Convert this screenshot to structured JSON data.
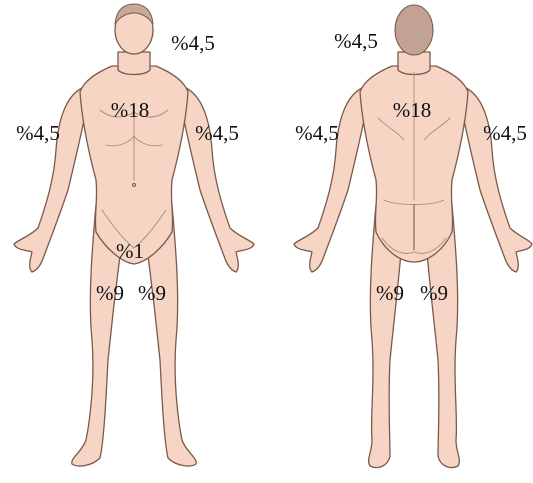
{
  "front": {
    "head": "%4,5",
    "chest": "%18",
    "left_arm": "%4,5",
    "right_arm": "%4,5",
    "genitals": "%1",
    "left_leg": "%9",
    "right_leg": "%9"
  },
  "back": {
    "head": "%4,5",
    "trunk": "%18",
    "left_arm": "%4,5",
    "right_arm": "%4,5",
    "left_leg": "%9",
    "right_leg": "%9"
  },
  "colors": {
    "skin": "#f6d5c5",
    "outline": "#7a5a4c",
    "hair": "#c2a293",
    "text": "#111111"
  }
}
